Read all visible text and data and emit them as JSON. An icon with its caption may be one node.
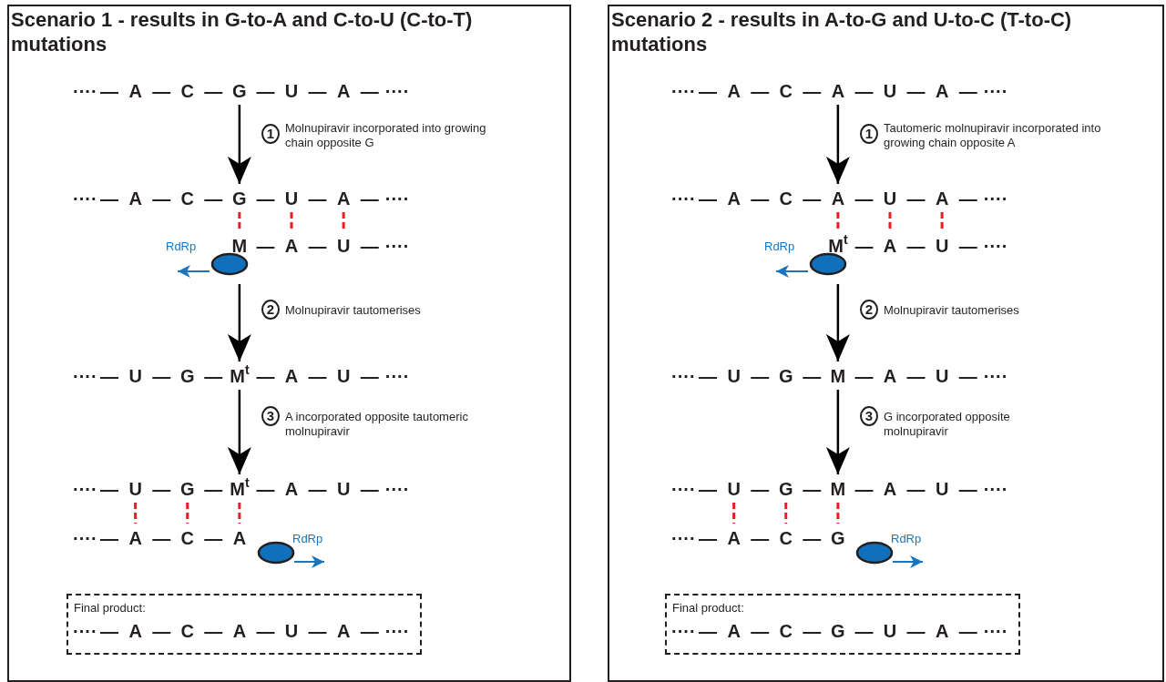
{
  "diagram": {
    "nodes": [
      {
        "text": [
          "Scenario 1 - results in G-to-A and C-to-U (C-to-T) mutations"
        ]
      },
      {
        "text": [
          "···· — A — C — G — U — A — ····"
        ],
        "in": 0
      },
      {
        "text": [
          "···· — A — C — G — U — A — ····"
        ],
        "in": 0
      },
      {
        "text": [
          "M — A — U — ····"
        ],
        "in": 0
      },
      {
        "text": [
          "···· — U — G — M$^{t}$ — A — U — ····"
        ],
        "in": 0
      },
      {
        "text": [
          "···· — U — G — M$^{t}$ — A — U — ····"
        ],
        "in": 0
      },
      {
        "text": [
          "···· — A — C — A"
        ],
        "in": 0
      },
      {
        "text": [
          "Final product:",
          "···· — A — C — **A** — U — A — ····"
        ],
        "in": 0
      },
      {
        "text": [
          "Scenario 2 - results in A-to-G and U-to-C (T-to-C) mutations"
        ]
      },
      {
        "text": [
          "···· — A — C — A — U — A — ····"
        ],
        "in": 8
      },
      {
        "text": [
          "···· — A — C — A — U — A — ····"
        ],
        "in": 8
      },
      {
        "text": [
          "M$^{t}$ — A — U — ····"
        ],
        "in": 8
      },
      {
        "text": [
          "···· — U — G — M — A — U — ····"
        ],
        "in": 8
      },
      {
        "text": [
          "···· — U — G — M — A — U — ····"
        ],
        "in": 8
      },
      {
        "text": [
          "···· — A — C — G"
        ],
        "in": 8
      },
      {
        "text": [
          "Final product:",
          "···· — A — C — **G** — U — A — ····"
        ],
        "in": 8
      }
    ],
    "edges": [
      {
        "from": 1,
        "to": 2,
        "arrow": "to",
        "label": "Molnupiravir incorporated into growing chain opposite G",
        "color": "#000000"
      },
      {
        "from": 2,
        "to": 3,
        "arrow": "none",
        "style": "dashed",
        "color": "#ed1c24"
      },
      {
        "from": 2,
        "to": 3,
        "arrow": "none",
        "style": "dashed",
        "color": "#ed1c24"
      },
      {
        "from": 2,
        "to": 3,
        "arrow": "none",
        "style": "dashed",
        "color": "#ed1c24"
      },
      {
        "from": 3,
        "to": 4,
        "arrow": "to",
        "label": "Molnupiravir tautomerises",
        "color": "#000000"
      },
      {
        "from": 4,
        "to": 5,
        "arrow": "to",
        "label": "A incorporated opposite tautomeric molnupiravir",
        "color": "#000000"
      },
      {
        "from": 5,
        "to": 6,
        "arrow": "none",
        "style": "dashed",
        "color": "#ed1c24"
      },
      {
        "from": 5,
        "to": 6,
        "arrow": "none",
        "style": "dashed",
        "color": "#ed1c24"
      },
      {
        "from": 5,
        "to": 6,
        "arrow": "none",
        "style": "dashed",
        "color": "#ed1c24"
      },
      {
        "from": 9,
        "to": 10,
        "arrow": "to",
        "label": "Tautomeric molnupiravir incorporated into growing chain opposite A",
        "color": "#000000"
      },
      {
        "from": 10,
        "to": 11,
        "arrow": "none",
        "style": "dashed",
        "color": "#ed1c24"
      },
      {
        "from": 10,
        "to": 11,
        "arrow": "none",
        "style": "dashed",
        "color": "#ed1c24"
      },
      {
        "from": 10,
        "to": 11,
        "arrow": "none",
        "style": "dashed",
        "color": "#ed1c24"
      },
      {
        "from": 11,
        "to": 12,
        "arrow": "to",
        "label": "Molnupiravir tautomerises",
        "color": "#000000"
      },
      {
        "from": 12,
        "to": 13,
        "arrow": "to",
        "label": "G incorporated opposite molnupiravir",
        "color": "#000000"
      },
      {
        "from": 13,
        "to": 14,
        "arrow": "none",
        "style": "dashed",
        "color": "#ed1c24"
      },
      {
        "from": 13,
        "to": 14,
        "arrow": "none",
        "style": "dashed",
        "color": "#ed1c24"
      },
      {
        "from": 13,
        "to": 14,
        "arrow": "none",
        "style": "dashed",
        "color": "#ed1c24"
      }
    ],
    "labels": [
      "1",
      "RdRp",
      "2",
      "3",
      "RdRp",
      "1",
      "RdRp",
      "2",
      "3",
      "RdRp"
    ]
  }
}
